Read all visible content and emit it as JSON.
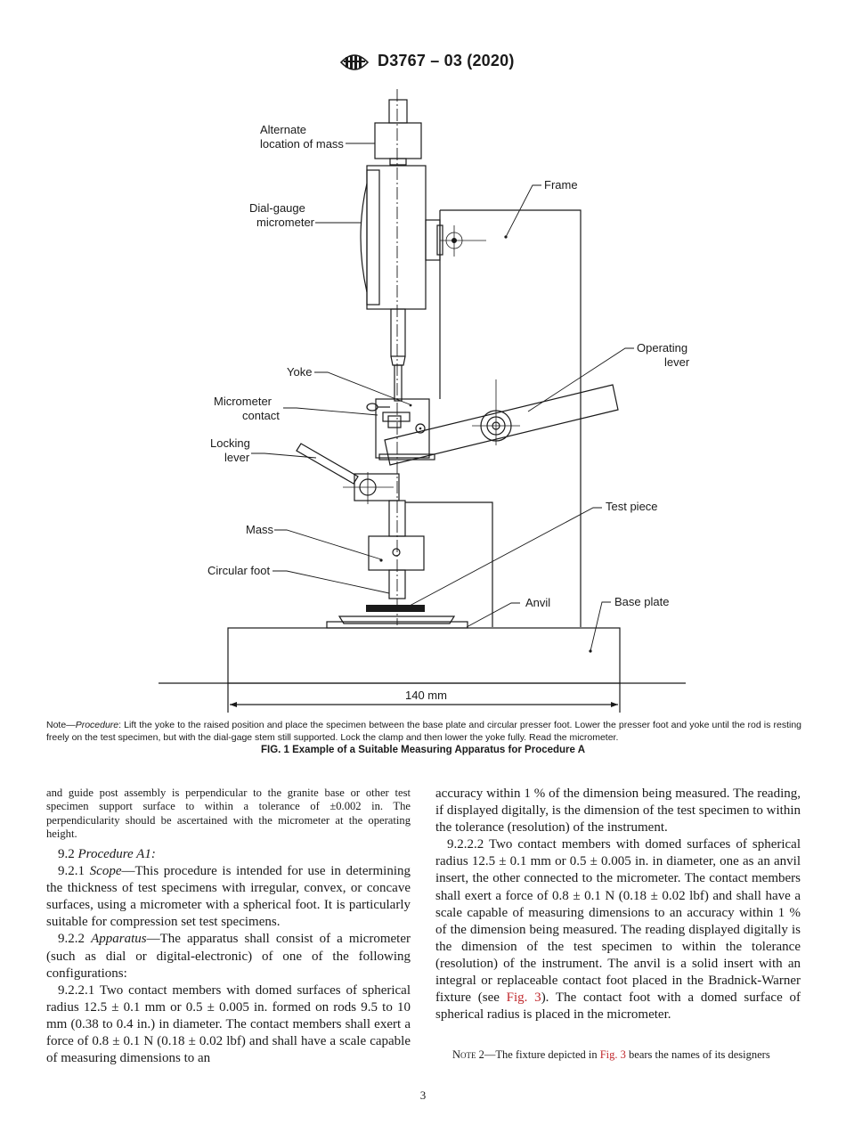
{
  "header": {
    "doc_id": "D3767 – 03 (2020)"
  },
  "figure": {
    "labels": {
      "alternate_mass_1": "Alternate",
      "alternate_mass_2": "location of mass",
      "dial_gauge_1": "Dial-gauge",
      "dial_gauge_2": "micrometer",
      "frame": "Frame",
      "operating_lever_1": "Operating",
      "operating_lever_2": "lever",
      "yoke": "Yoke",
      "micrometer_contact_1": "Micrometer",
      "micrometer_contact_2": "contact",
      "locking_lever_1": "Locking",
      "locking_lever_2": "lever",
      "test_piece": "Test piece",
      "mass": "Mass",
      "circular_foot": "Circular foot",
      "anvil": "Anvil",
      "base_plate": "Base plate",
      "dimension": "140 mm"
    },
    "note_prefix": "Note—",
    "note_label": "Procedure",
    "note_text": ": Lift the yoke to the raised position and place the specimen between the base plate and circular presser foot. Lower the presser foot and yoke until the rod is resting freely on the test specimen, but with the dial-gage stem still supported. Lock the clamp and then lower the yoke fully. Read the micrometer.",
    "caption": "FIG. 1 Example of a Suitable Measuring Apparatus for Procedure A"
  },
  "left_column": {
    "continuation": "and guide post assembly is perpendicular to the granite base or other test specimen support surface to within a tolerance of ±0.002 in. The perpendicularity should be ascertained with the micrometer at the operating height.",
    "p922_num": "9.2 ",
    "p922_title": "Procedure A1:",
    "p9221_num": "9.2.1 ",
    "p9221_title": "Scope",
    "p9221_text": "—This procedure is intended for use in determining the thickness of test specimens with irregular, convex, or concave surfaces, using a micrometer with a spherical foot. It is particularly suitable for compression set test specimens.",
    "p9222_num": "9.2.2 ",
    "p9222_title": "Apparatus",
    "p9222_text": "—The apparatus shall consist of a micrometer (such as dial or digital-electronic) of one of the following configurations:",
    "p92221": "9.2.2.1 Two contact members with domed surfaces of spherical radius 12.5 ± 0.1 mm or 0.5 ± 0.005 in. formed on rods 9.5 to 10 mm (0.38 to 0.4 in.) in diameter. The contact members shall exert a force of 0.8 ± 0.1 N (0.18 ± 0.02 lbf) and shall have a scale capable of measuring dimensions to an"
  },
  "right_column": {
    "continuation": "accuracy within 1 % of the dimension being measured. The reading, if displayed digitally, is the dimension of the test specimen to within the tolerance (resolution) of the instrument.",
    "p92222_a": "9.2.2.2 Two contact members with domed surfaces of spherical radius 12.5 ± 0.1 mm or 0.5 ± 0.005 in. in diameter, one as an anvil insert, the other connected to the micrometer. The contact members shall exert a force of 0.8 ± 0.1 N (0.18 ± 0.02 lbf) and shall have a scale capable of measuring dimensions to an accuracy within 1 % of the dimension being measured. The reading displayed digitally is the dimension of the test specimen to within the tolerance (resolution) of the instrument. The anvil is a solid insert with an integral or replaceable contact foot placed in the Bradnick-Warner fixture (see ",
    "fig3_link": "Fig. 3",
    "p92222_b": "). The contact foot with a domed surface of spherical radius is placed in the micrometer.",
    "note2_label": "Note 2",
    "note2_a": "—The fixture depicted in ",
    "note2_link": "Fig. 3",
    "note2_b": " bears the names of its designers"
  },
  "page_number": "3"
}
